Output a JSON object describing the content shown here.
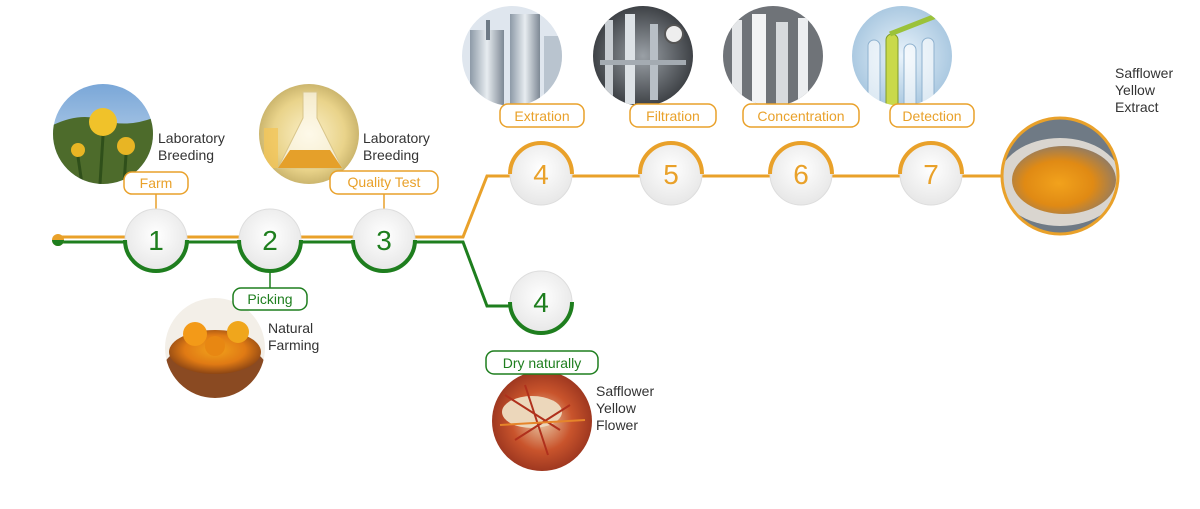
{
  "colors": {
    "orange": "#E9A12A",
    "green": "#1E7E1E",
    "node_fill": "#F2F2F2",
    "text": "#333333"
  },
  "steps": [
    {
      "number": "1",
      "label": "Farm",
      "desc": [
        "Laboratory",
        "Breeding"
      ],
      "branch": "shared",
      "image": "safflower-field-photo"
    },
    {
      "number": "2",
      "label": "Picking",
      "desc": [
        "Natural",
        "Farming"
      ],
      "branch": "shared",
      "image": "safflower-bowl-photo"
    },
    {
      "number": "3",
      "label": "Quality Test",
      "desc": [
        "Laboratory",
        "Breeding"
      ],
      "branch": "shared",
      "image": "lab-flask-photo"
    },
    {
      "number": "4",
      "label": "Extration",
      "desc": [],
      "branch": "orange",
      "image": "extraction-equipment-photo"
    },
    {
      "number": "5",
      "label": "Filtration",
      "desc": [],
      "branch": "orange",
      "image": "filtration-machine-photo"
    },
    {
      "number": "6",
      "label": "Concentration",
      "desc": [],
      "branch": "orange",
      "image": "concentration-machine-photo"
    },
    {
      "number": "7",
      "label": "Detection",
      "desc": [],
      "branch": "orange",
      "image": "test-tubes-photo"
    },
    {
      "number": "4",
      "label": "Dry naturally",
      "desc": [
        "Safflower",
        "Yellow",
        "Flower"
      ],
      "branch": "green",
      "image": "dried-safflower-photo"
    }
  ],
  "final": {
    "desc": [
      "Safflower",
      "Yellow",
      "Extract"
    ],
    "image": "yellow-extract-powder-photo"
  }
}
